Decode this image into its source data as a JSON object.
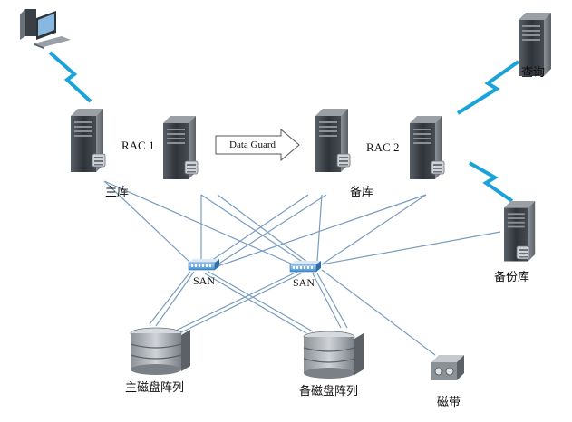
{
  "labels": {
    "rac1": "RAC 1",
    "rac2": "RAC 2",
    "primary_db": "主库",
    "standby_db": "备库",
    "query": "查询",
    "backup_db": "备份库",
    "san_left": "SAN",
    "san_right": "SAN",
    "primary_array": "主磁盘阵列",
    "standby_array": "备磁盘阵列",
    "tape": "磁带",
    "data_guard": "Data Guard"
  },
  "colors": {
    "link": "#7a9cc0",
    "wireless": "#1aa3d9",
    "server_dark": "#3a3f44",
    "server_mid": "#6b7178",
    "switch_blue": "#3b8fd6"
  },
  "icons": {
    "client": "desktop-computer-icon",
    "server": "server-tower-icon",
    "switch": "san-switch-icon",
    "array": "disk-array-icon",
    "tape": "tape-library-icon",
    "wireless": "lightning-link-icon"
  }
}
